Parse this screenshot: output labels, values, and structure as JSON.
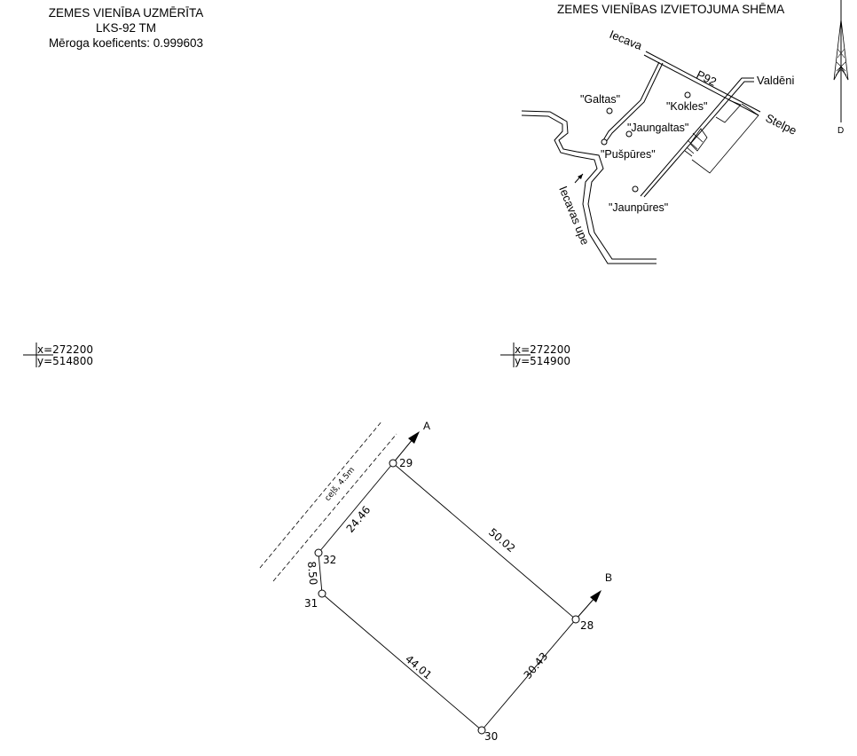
{
  "header": {
    "line1": "ZEMES VIENĪBA UZMĒRĪTA",
    "line2": "LKS-92 TM",
    "line3": "Mēroga koeficents: 0.999603"
  },
  "scheme": {
    "title": "ZEMES VIENĪBAS IZVIETOJUMA SHĒMA",
    "labels": {
      "iecava": "Iecava",
      "p92": "P92",
      "valdeni": "Valdēni",
      "stelpe": "Stelpe",
      "galtas": "\"Galtas\"",
      "kokles": "\"Kokles\"",
      "jaungaltas": "\"Jaungaltas\"",
      "puspures": "\"Pušpūres\"",
      "jaunpures": "\"Jaunpūres\"",
      "river": "Iecavas upe"
    }
  },
  "north_arrow": {
    "bottom_label": "D"
  },
  "grid_marks": [
    {
      "x": "x=272200",
      "y": "y=514800"
    },
    {
      "x": "x=272200",
      "y": "y=514900"
    }
  ],
  "plan": {
    "road_label": "ceļš, 4.5m",
    "points": {
      "p29": "29",
      "p32": "32",
      "p31": "31",
      "p30": "30",
      "p28": "28"
    },
    "distances": {
      "d29_32": "24.46",
      "d32_31": "8.50",
      "d31_30": "44.01",
      "d30_28": "30.43",
      "d28_29": "50.02"
    },
    "arrows": {
      "a": "A",
      "b": "B"
    }
  }
}
